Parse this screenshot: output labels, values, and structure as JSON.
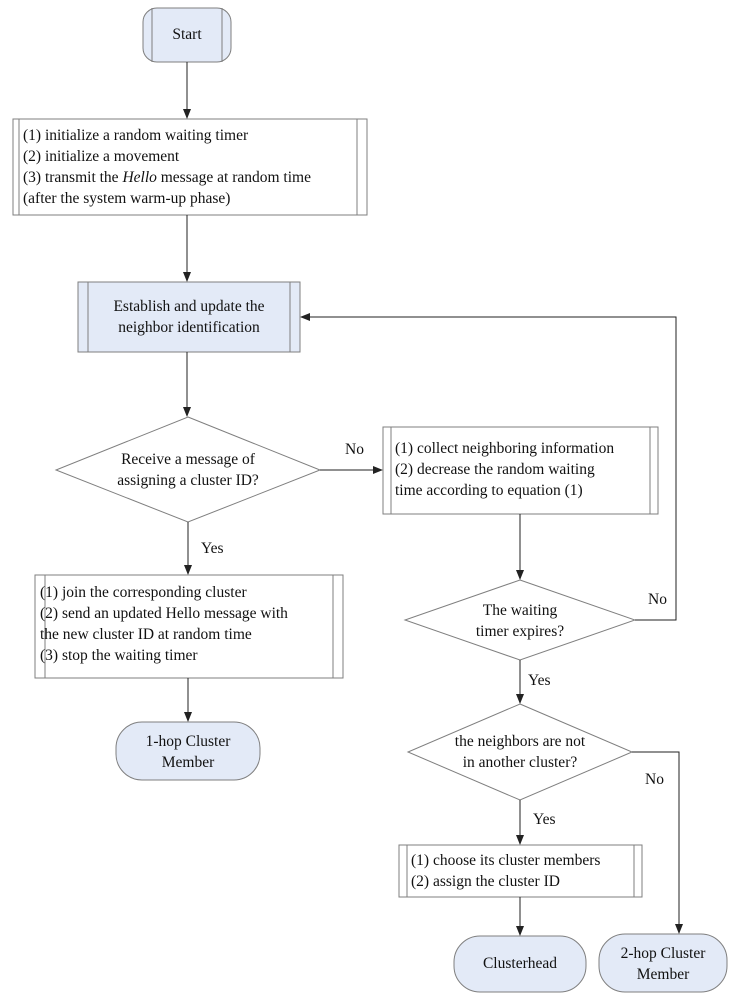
{
  "nodes": {
    "start": {
      "text": "Start"
    },
    "init": {
      "lines": [
        "(1) initialize a random waiting timer",
        "(2) initialize a movement",
        "(3) transmit the ",
        "Hello",
        " message at random time",
        "(after the system warm-up phase)"
      ]
    },
    "establish": {
      "lines": [
        "Establish and update the",
        "neighbor identification"
      ]
    },
    "receive": {
      "lines": [
        "Receive a message of",
        "assigning a cluster ID?"
      ]
    },
    "collect": {
      "lines": [
        "(1) collect neighboring information",
        "(2) decrease the random waiting",
        "time according to equation (1)"
      ]
    },
    "join": {
      "lines": [
        "(1) join the corresponding cluster",
        "(2) send an updated Hello message with",
        "the new cluster ID at random time",
        "(3) stop the waiting timer"
      ]
    },
    "waiting": {
      "lines": [
        "The waiting",
        "timer expires?"
      ]
    },
    "member1": {
      "lines": [
        "1-hop Cluster",
        "Member"
      ]
    },
    "neighbors": {
      "lines": [
        "the neighbors are not",
        "in another cluster?"
      ]
    },
    "choose": {
      "lines": [
        "(1) choose its cluster members",
        "(2) assign the cluster ID"
      ]
    },
    "clusterhead": {
      "text": "Clusterhead"
    },
    "member2": {
      "lines": [
        "2-hop Cluster",
        "Member"
      ]
    }
  },
  "edge_labels": {
    "receive_no": "No",
    "receive_yes": "Yes",
    "waiting_no": "No",
    "waiting_yes": "Yes",
    "neighbors_no": "No",
    "neighbors_yes": "Yes"
  },
  "colors": {
    "fill": "#e3eaf7",
    "stroke": "#7f7f7f",
    "text": "#111111"
  }
}
